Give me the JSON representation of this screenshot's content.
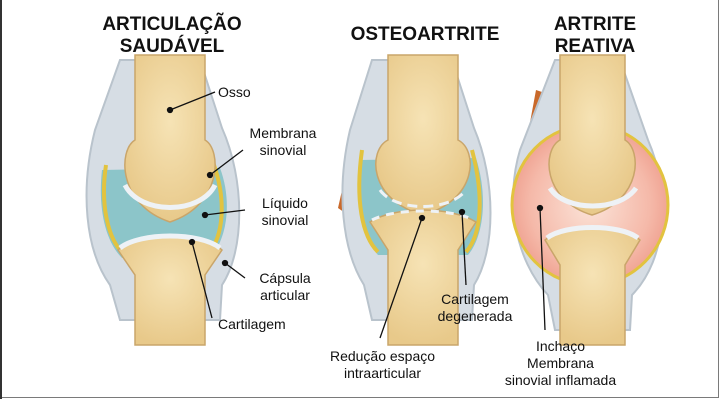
{
  "panels": {
    "healthy": {
      "title_line1": "ARTICULAÇÃO",
      "title_line2": "SAUDÁVEL"
    },
    "osteo": {
      "title": "OSTEOARTRITE"
    },
    "reactive": {
      "title_line1": "ARTRITE",
      "title_line2": "REATIVA"
    }
  },
  "labels": {
    "bone": "Osso",
    "synovial_membrane_l1": "Membrana",
    "synovial_membrane_l2": "sinovial",
    "synovial_fluid_l1": "Líquido",
    "synovial_fluid_l2": "sinovial",
    "capsule_l1": "Cápsula",
    "capsule_l2": "articular",
    "cartilage": "Cartilagem",
    "degenerated_l1": "Cartilagem",
    "degenerated_l2": "degenerada",
    "space_l1": "Redução espaço",
    "space_l2": "intraarticular",
    "swelling_l1": "Inchaço",
    "swelling_l2": "Membrana",
    "swelling_l3": "sinovial inflamada"
  },
  "colors": {
    "bone": "#f2d9a2",
    "bone_edge": "#c9a56a",
    "cartilage": "#e6ecf2",
    "fluid": "#8cc5c9",
    "membrane": "#e2c33f",
    "capsule": "#c9d2da",
    "muscle": "#c9692b",
    "inflamed": "#f3b3a8"
  }
}
